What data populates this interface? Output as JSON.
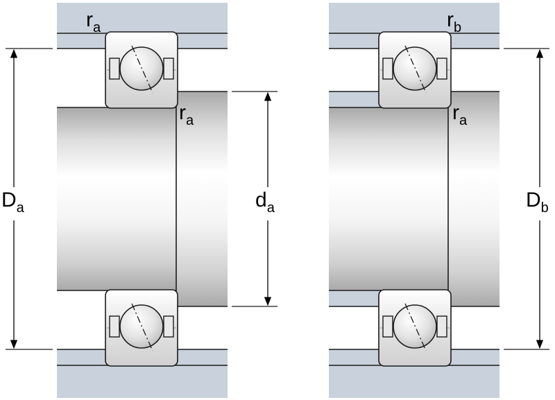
{
  "labels": {
    "r_main": "r",
    "sub_a": "a",
    "sub_b": "b",
    "D_main": "D",
    "d_main": "d"
  },
  "colors": {
    "housing": "#c9d2dc",
    "outline": "#1a1a1a",
    "shaft_light": "#ffffff",
    "shaft_dark": "#b9b9b9",
    "ring_light": "#ffffff",
    "ring_mid": "#dcdcdc"
  }
}
